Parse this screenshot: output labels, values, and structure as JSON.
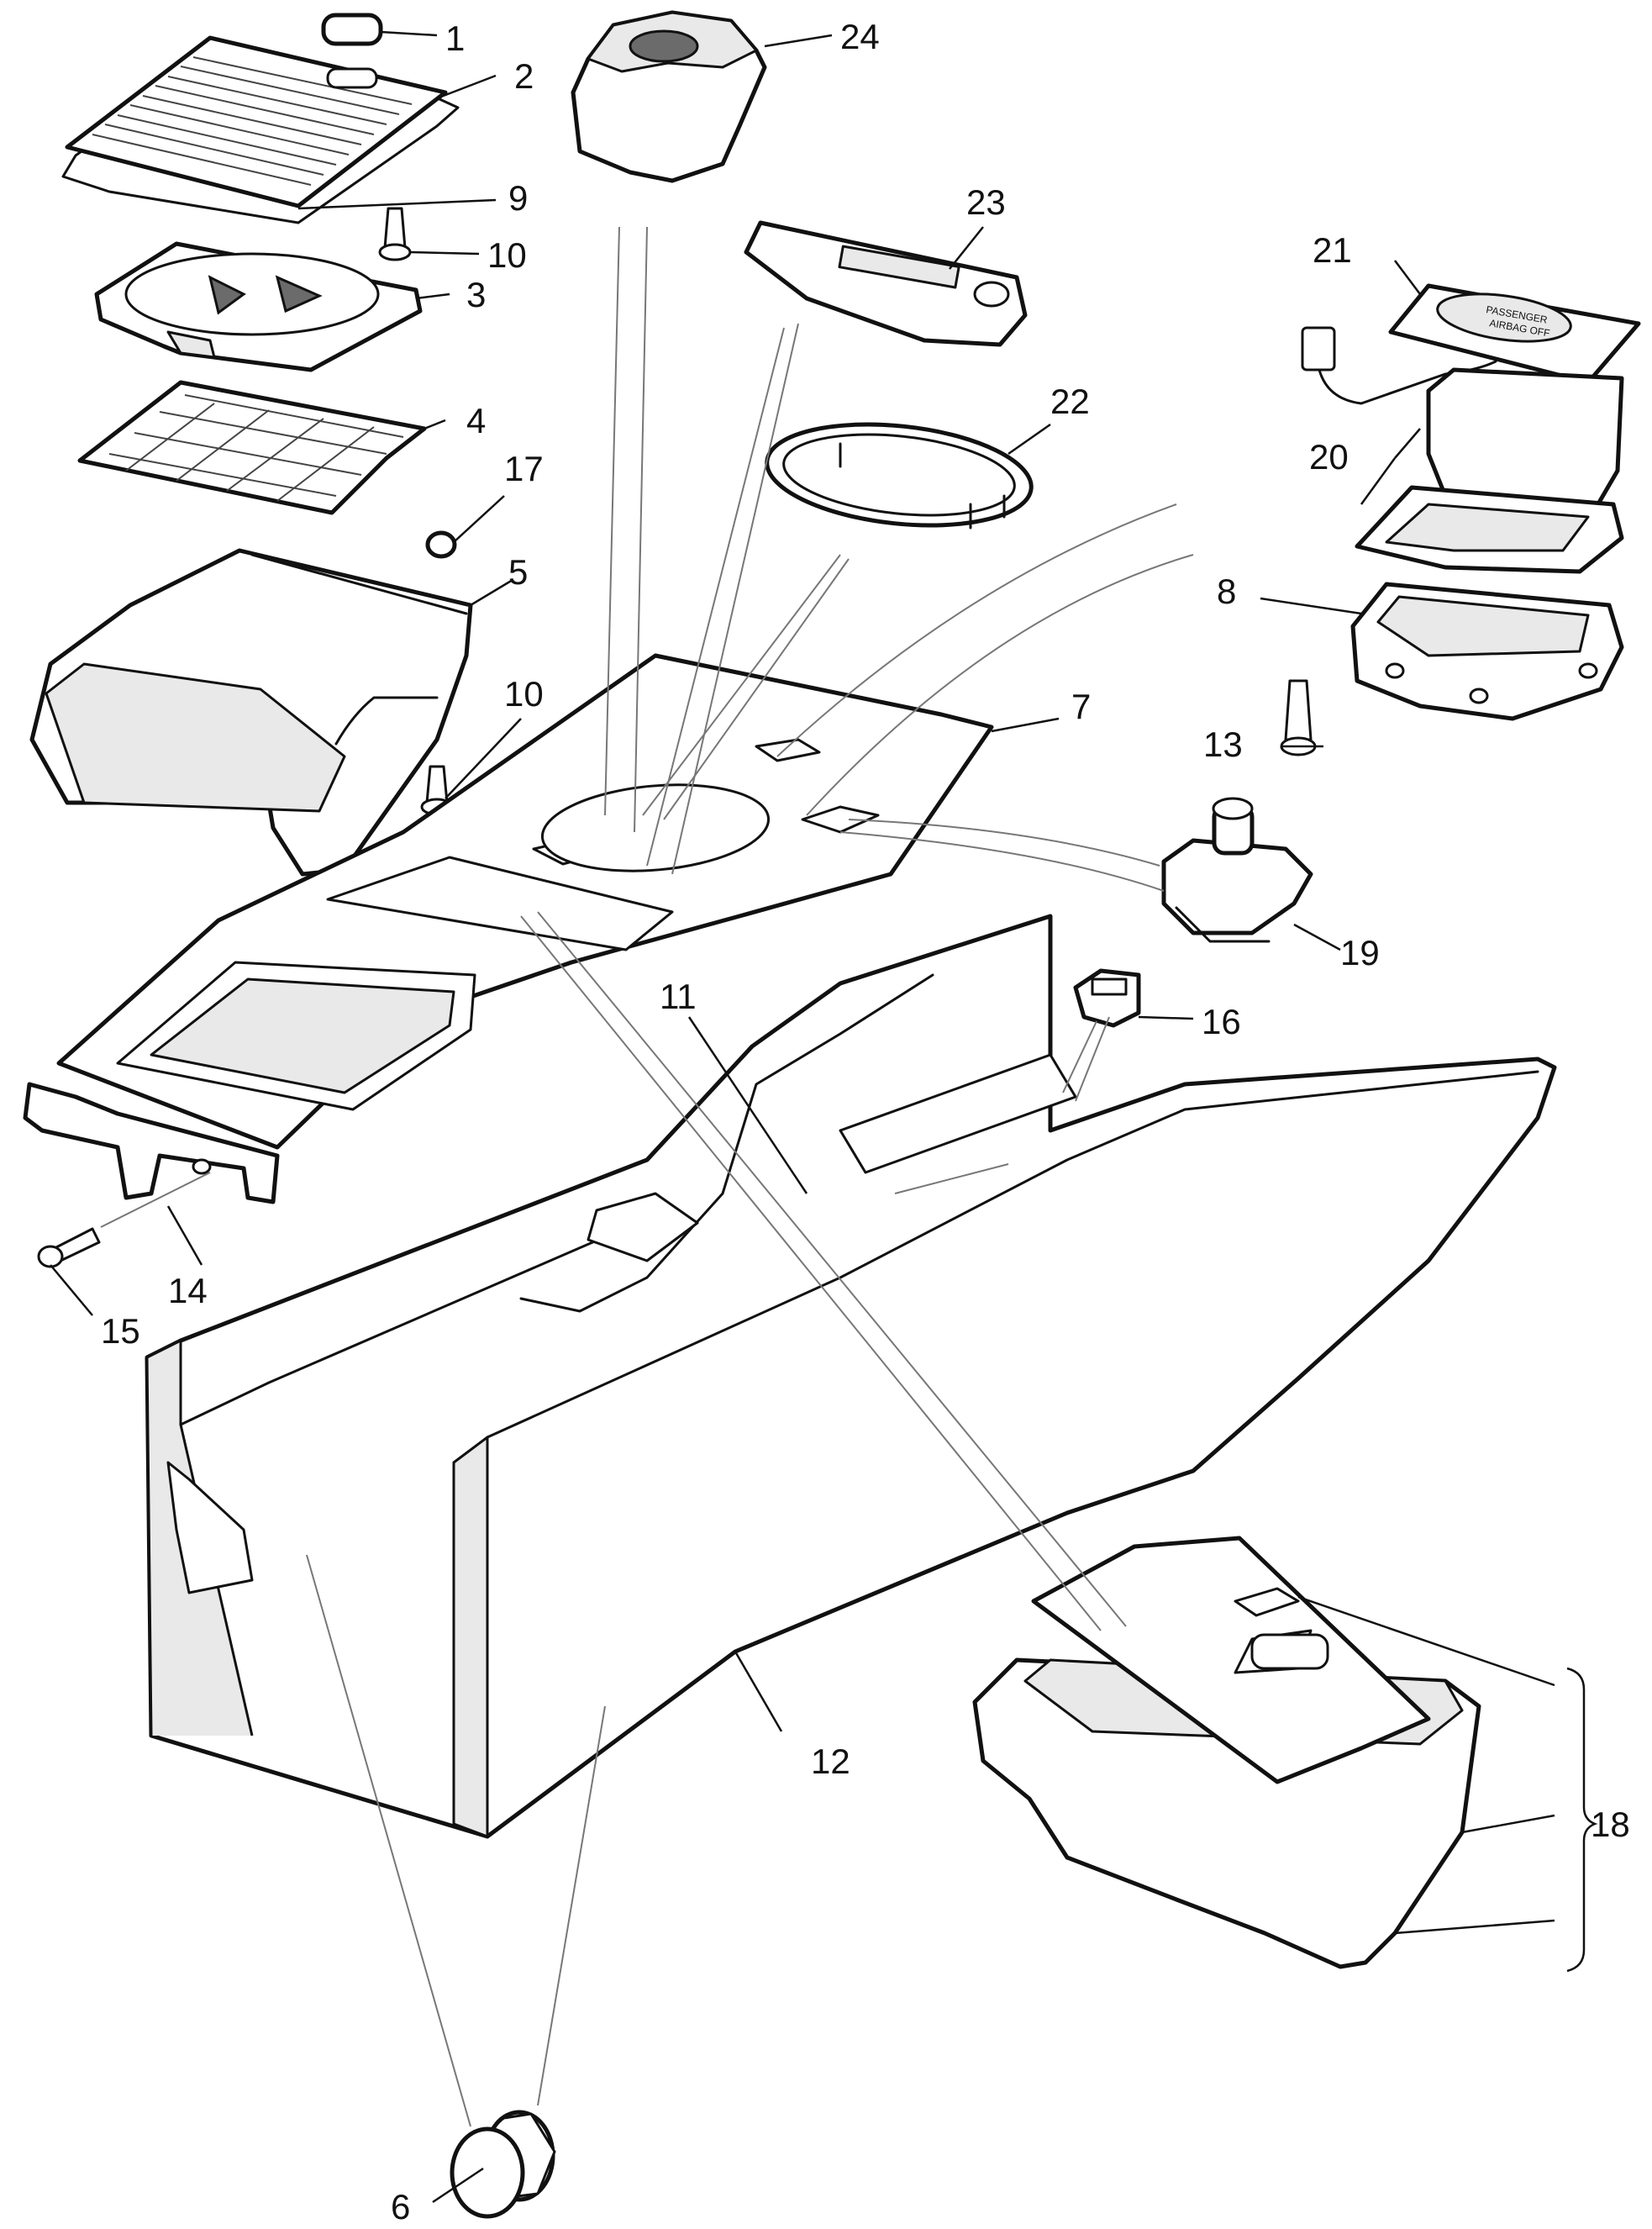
{
  "diagram": {
    "callouts": [
      {
        "id": "c1",
        "label": "1"
      },
      {
        "id": "c2",
        "label": "2"
      },
      {
        "id": "c9",
        "label": "9"
      },
      {
        "id": "c10a",
        "label": "10"
      },
      {
        "id": "c3",
        "label": "3"
      },
      {
        "id": "c4",
        "label": "4"
      },
      {
        "id": "c17",
        "label": "17"
      },
      {
        "id": "c5",
        "label": "5"
      },
      {
        "id": "c10b",
        "label": "10"
      },
      {
        "id": "c24",
        "label": "24"
      },
      {
        "id": "c23",
        "label": "23"
      },
      {
        "id": "c22",
        "label": "22"
      },
      {
        "id": "c21",
        "label": "21"
      },
      {
        "id": "c20",
        "label": "20"
      },
      {
        "id": "c8",
        "label": "8"
      },
      {
        "id": "c7",
        "label": "7"
      },
      {
        "id": "c13",
        "label": "13"
      },
      {
        "id": "c19",
        "label": "19"
      },
      {
        "id": "c16",
        "label": "16"
      },
      {
        "id": "c11",
        "label": "11"
      },
      {
        "id": "c14",
        "label": "14"
      },
      {
        "id": "c15",
        "label": "15"
      },
      {
        "id": "c12",
        "label": "12"
      },
      {
        "id": "c18",
        "label": "18"
      },
      {
        "id": "c6",
        "label": "6"
      }
    ],
    "parts": [
      "rubber-pad",
      "storage-lid",
      "lid-seal",
      "screw",
      "cup-holder-insert",
      "storage-mat",
      "spacer-clip",
      "storage-bin",
      "gear-shift-assembly",
      "switch-panel",
      "trim-ring",
      "speaker-grille",
      "speaker-module",
      "speaker-housing",
      "console-top-panel",
      "screw",
      "joystick-controller",
      "bezel-clip",
      "bolt",
      "rear-bracket",
      "console-side-body",
      "armrest-assembly",
      "blanking-plug"
    ],
    "grille_marking": [
      "PASSENGER",
      "AIRBAG OFF"
    ]
  }
}
